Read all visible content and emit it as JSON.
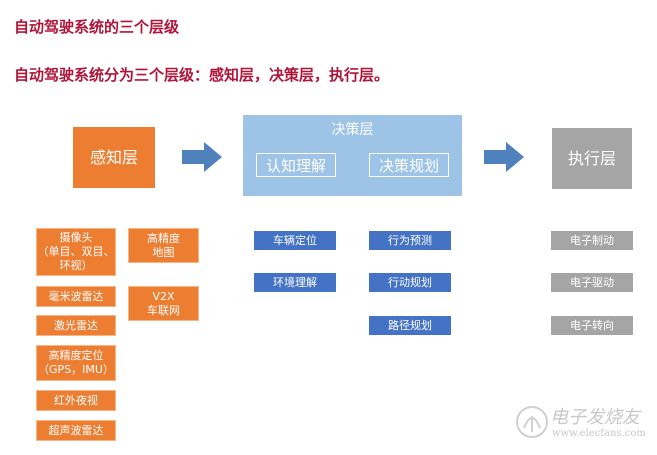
{
  "heading": "自动驾驶系统的三个层级",
  "subheading": "自动驾驶系统分为三个层级：感知层，决策层，执行层。",
  "colors": {
    "title": "#b0153a",
    "perception": "#ec7d31",
    "decision_panel": "#9dc3e6",
    "decision_item": "#4472c4",
    "arrow": "#4f81bd",
    "execution": "#a5a5a5"
  },
  "perception": {
    "label": "感知层",
    "sensors": [
      "摄像头\n（单目、双目、环视）",
      "毫米波雷达",
      "激光雷达",
      "高精度定位\n（GPS，IMU）",
      "红外夜视",
      "超声波雷达"
    ],
    "extras": [
      "高精度\n地图",
      "V2X\n车联网"
    ]
  },
  "decision": {
    "label": "决策层",
    "sub_labels": [
      "认知理解",
      "决策规划"
    ],
    "cognition_items": [
      "车辆定位",
      "环境理解"
    ],
    "planning_items": [
      "行为预测",
      "行动规划",
      "路径规划"
    ]
  },
  "execution": {
    "label": "执行层",
    "items": [
      "电子制动",
      "电子驱动",
      "电子转向"
    ]
  },
  "watermark": {
    "brand": "电子发烧友",
    "url": "www.elecfans.com"
  }
}
